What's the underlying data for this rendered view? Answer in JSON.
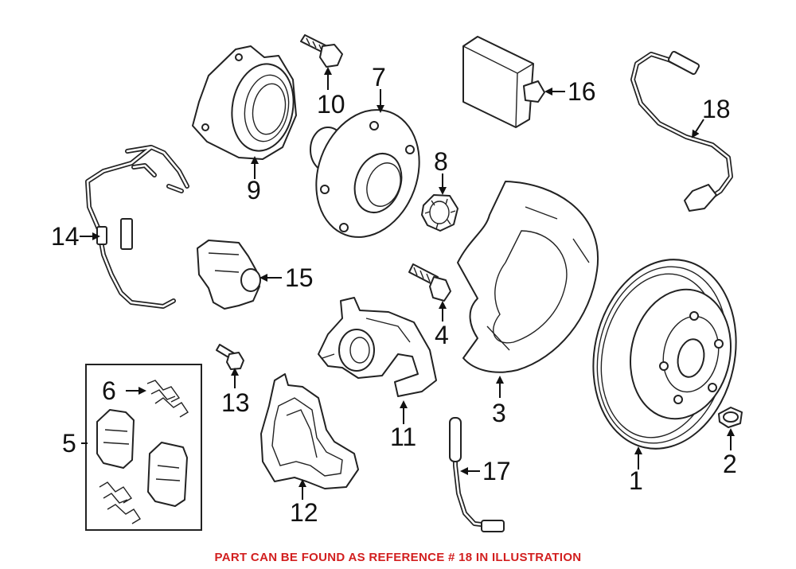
{
  "diagram": {
    "labels": [
      "1",
      "2",
      "3",
      "4",
      "5",
      "6",
      "7",
      "8",
      "9",
      "10",
      "11",
      "12",
      "13",
      "14",
      "15",
      "16",
      "17",
      "18"
    ]
  },
  "caption": "PART CAN BE FOUND AS REFERENCE # 18 IN ILLUSTRATION",
  "colors": {
    "caption": "#d21f1f",
    "line": "#222222"
  }
}
